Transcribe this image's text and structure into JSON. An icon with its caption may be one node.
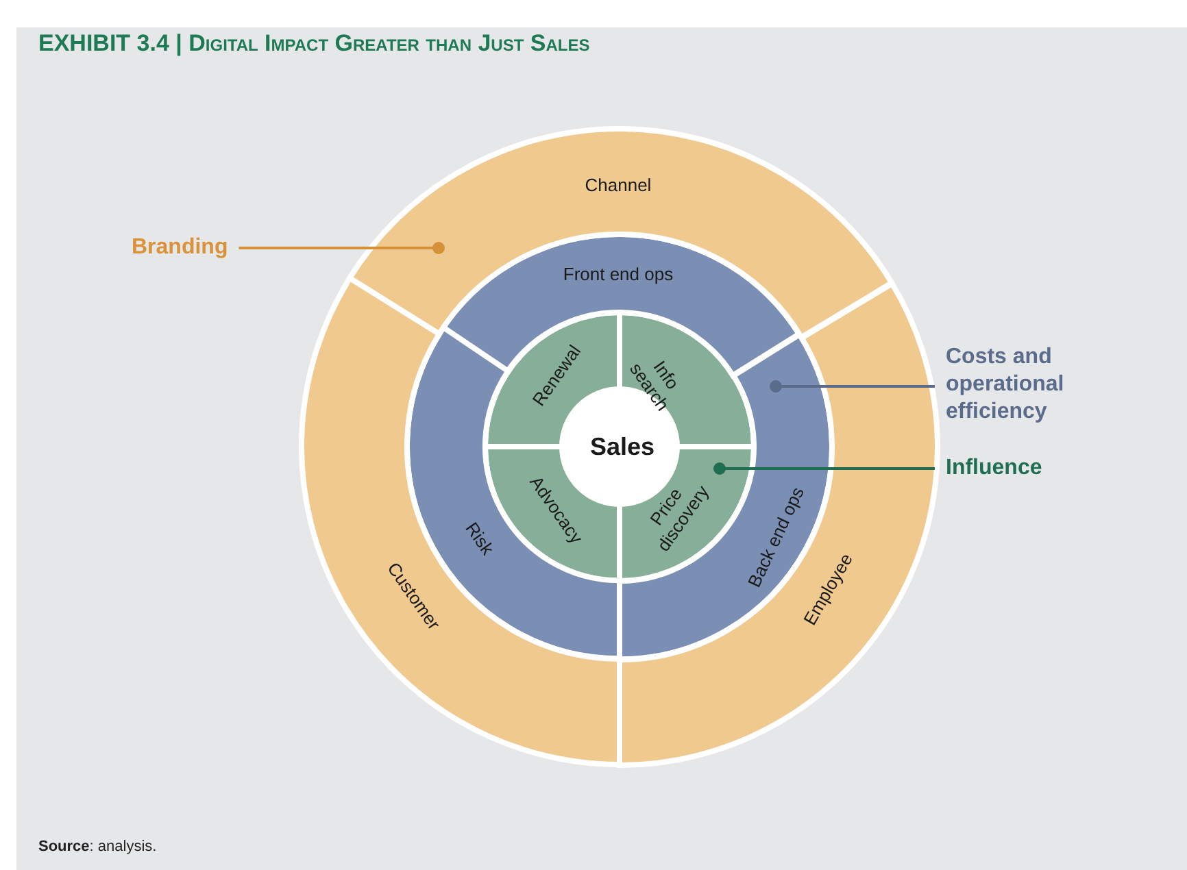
{
  "diagram": {
    "title": "EXHIBIT 3.4 | Digital Impact Greater than Just Sales",
    "caption": "**Source**: analysis.",
    "nodes": [
      {
        "text": [
          "Sales"
        ]
      },
      {
        "text": [
          "Renewal"
        ]
      },
      {
        "text": [
          "Info search"
        ]
      },
      {
        "text": [
          "Advocacy"
        ]
      },
      {
        "text": [
          "Price discovery"
        ]
      },
      {
        "text": [
          "Front end ops"
        ]
      },
      {
        "text": [
          "Risk"
        ]
      },
      {
        "text": [
          "Back end ops"
        ]
      },
      {
        "text": [
          "Channel"
        ]
      },
      {
        "text": [
          "Customer"
        ]
      },
      {
        "text": [
          "Employee"
        ]
      },
      {
        "text": [
          "Branding"
        ]
      },
      {
        "text": [
          "Costs and operational efficiency"
        ]
      },
      {
        "text": [
          "Influence"
        ]
      }
    ],
    "edges": [
      {
        "from": 11,
        "to": 8,
        "arrow": "other",
        "color": "#d4913a"
      },
      {
        "from": 12,
        "to": 7,
        "arrow": "other",
        "color": "#5a6b8c"
      },
      {
        "from": 13,
        "to": 4,
        "arrow": "other",
        "color": "#1f6e52"
      }
    ]
  }
}
